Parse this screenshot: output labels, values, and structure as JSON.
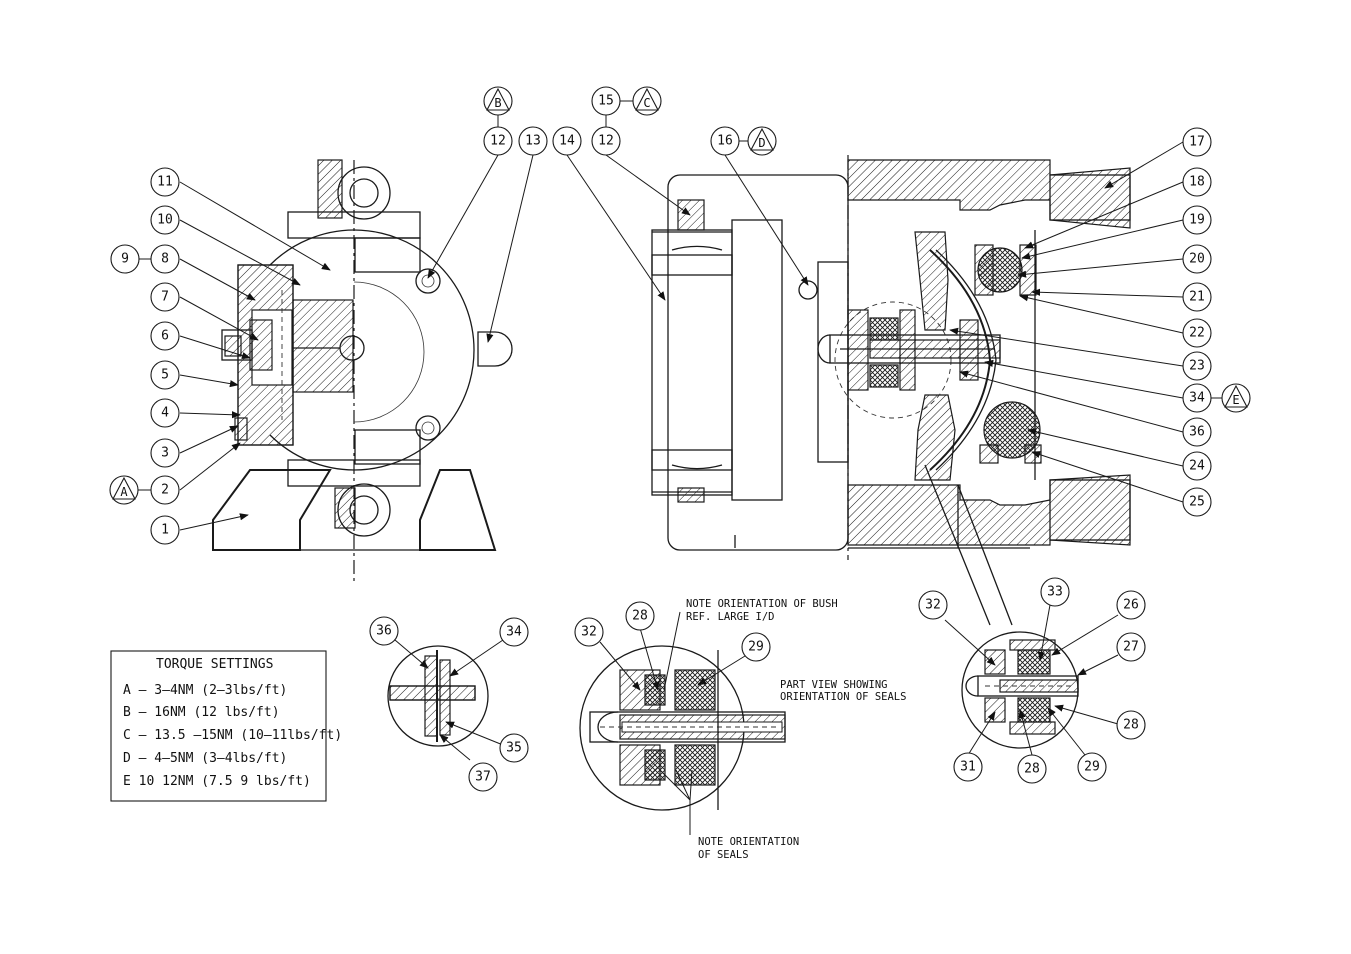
{
  "callouts": {
    "c1": "1",
    "c2": "2",
    "c3": "3",
    "c4": "4",
    "c5": "5",
    "c6": "6",
    "c7": "7",
    "c8": "8",
    "c9": "9",
    "c10": "10",
    "c11": "11",
    "c12a": "12",
    "c12b": "12",
    "c13": "13",
    "c14": "14",
    "c15": "15",
    "c16": "16",
    "c17": "17",
    "c18": "18",
    "c19": "19",
    "c20": "20",
    "c21": "21",
    "c22": "22",
    "c23": "23",
    "c24": "24",
    "c25": "25",
    "c34a": "34",
    "c36a": "36",
    "d36": "36",
    "d34": "34",
    "d35": "35",
    "d37": "37",
    "e32": "32",
    "e28": "28",
    "e29": "29",
    "f32": "32",
    "f33": "33",
    "f26": "26",
    "f27": "27",
    "f28a": "28",
    "f31": "31",
    "f28b": "28",
    "f29": "29"
  },
  "torque_markers": {
    "a": "A",
    "b": "B",
    "c": "C",
    "d": "D",
    "e": "E"
  },
  "notes": {
    "bush_line1": "NOTE ORIENTATION OF BUSH",
    "bush_line2": "REF. LARGE I/D",
    "part_view_line1": "PART VIEW SHOWING",
    "part_view_line2": "ORIENTATION OF SEALS",
    "seals_line1": "NOTE ORIENTATION",
    "seals_line2": "OF SEALS"
  },
  "torque_table": {
    "title": "TORQUE SETTINGS",
    "rows": [
      "A  –  3–4NM  (2–3lbs/ft)",
      "B  –  16NM  (12 lbs/ft)",
      "C  –  13.5  –15NM  (10–11lbs/ft)",
      "D  –  4–5NM  (3–4lbs/ft)",
      "E     10  12NM  (7.5  9 lbs/ft)"
    ]
  }
}
